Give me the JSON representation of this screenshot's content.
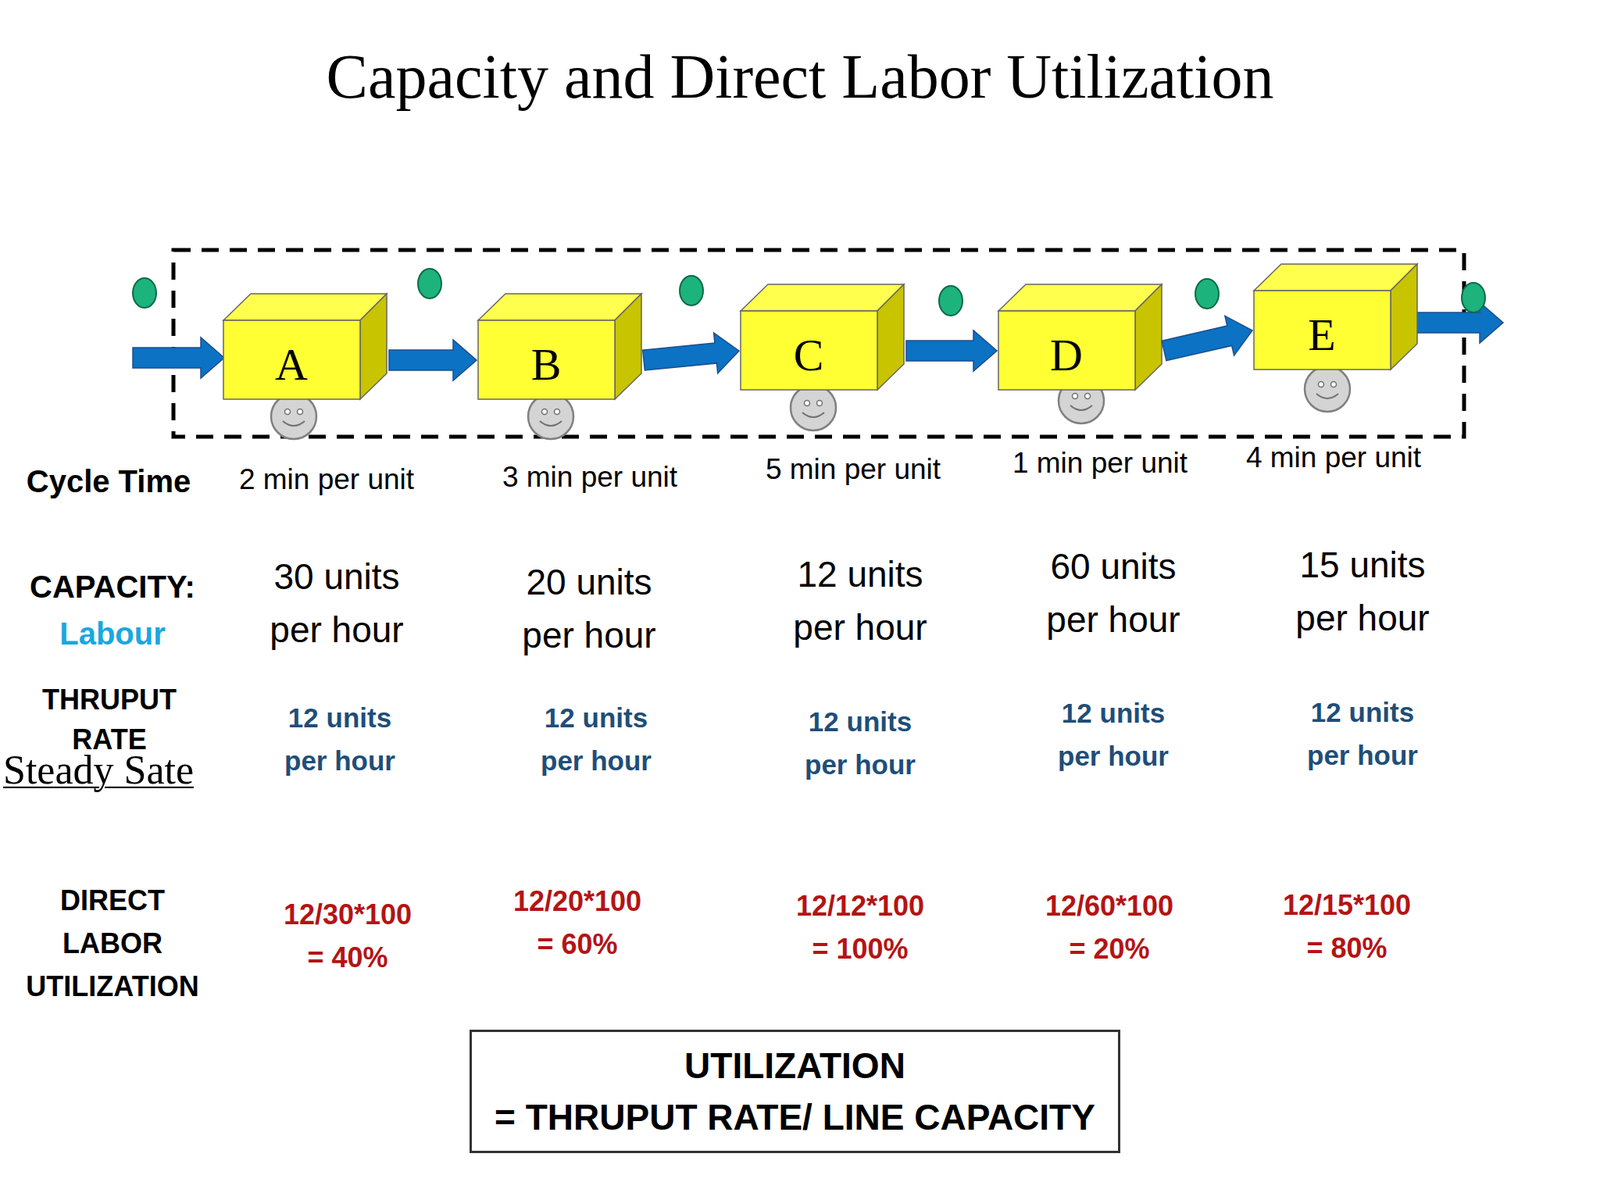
{
  "diagram": {
    "title": "Capacity and Direct Labor Utilization",
    "nodes": [
      {
        "text": [
          "A"
        ]
      },
      {
        "text": [
          "B"
        ]
      },
      {
        "text": [
          "C"
        ]
      },
      {
        "text": [
          "D"
        ]
      },
      {
        "text": [
          "E"
        ]
      },
      {
        "text": [
          "UTILIZATION = THRUPUT RATE/ LINE CAPACITY"
        ]
      }
    ],
    "edges": [
      {
        "from": 0,
        "to": 1,
        "arrow": "to"
      },
      {
        "from": 1,
        "to": 2,
        "arrow": "to"
      },
      {
        "from": 2,
        "to": 3,
        "arrow": "to"
      },
      {
        "from": 3,
        "to": 4,
        "arrow": "to"
      }
    ],
    "labels": [
      "Cycle Time",
      "2 min per unit",
      "3 min per unit",
      "5 min per unit",
      "1 min per unit",
      "4 min per unit",
      "CAPACITY:",
      "Labour",
      "30 units per hour",
      "20 units per hour",
      "12 units per hour",
      "60 units per hour",
      "15 units per hour",
      "THRUPUT RATE",
      "Steady Sate",
      "12 units per hour",
      "12 units per hour",
      "12 units per hour",
      "12 units per hour",
      "12 units per hour",
      "DIRECT LABOR UTILIZATION",
      "12/30*100 = 40%",
      "12/20*100 = 60%",
      "12/12*100 = 100%",
      "12/60*100 = 20%",
      "12/15*100 = 80%"
    ]
  }
}
